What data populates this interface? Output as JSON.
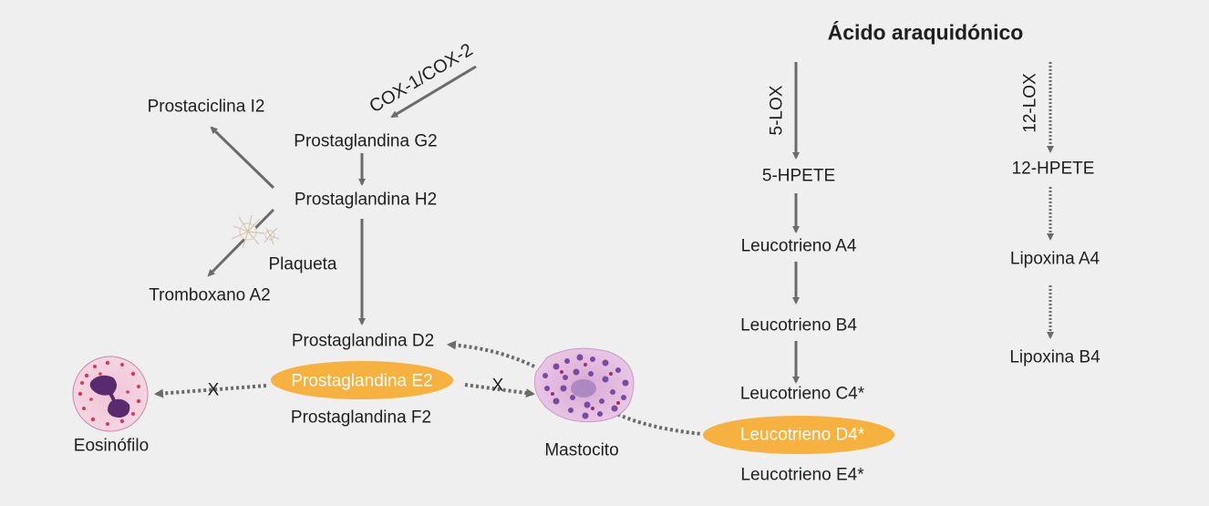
{
  "title": "Ácido araquidónico",
  "enzymes": {
    "cox": "COX-1/COX-2",
    "lox5": "5-LOX",
    "lox12": "12-LOX"
  },
  "prostanoid_path": {
    "pgg2": "Prostaglandina G2",
    "pgh2": "Prostaglandina H2",
    "prostacyclin": "Prostaciclina I2",
    "thromboxane": "Tromboxano A2",
    "pgd2": "Prostaglandina D2",
    "pge2": "Prostaglandina E2",
    "pgf2": "Prostaglandina F2"
  },
  "cells": {
    "platelet": "Plaqueta",
    "eosinophil": "Eosinófilo",
    "mast_cell": "Mastocito"
  },
  "inhibition_mark": "X",
  "leukotriene_path": {
    "hpete5": "5-HPETE",
    "lta4": "Leucotrieno A4",
    "ltb4": "Leucotrieno B4",
    "ltc4": "Leucotrieno C4*",
    "ltd4": "Leucotrieno D4*",
    "lte4": "Leucotrieno E4*"
  },
  "lipoxin_path": {
    "hpete12": "12-HPETE",
    "lxa4": "Lipoxina A4",
    "lxb4": "Lipoxina B4"
  },
  "colors": {
    "background": "#efefef",
    "arrow": "#6b6b6b",
    "highlight": "#f6b13f",
    "text": "#1f1f1f"
  }
}
